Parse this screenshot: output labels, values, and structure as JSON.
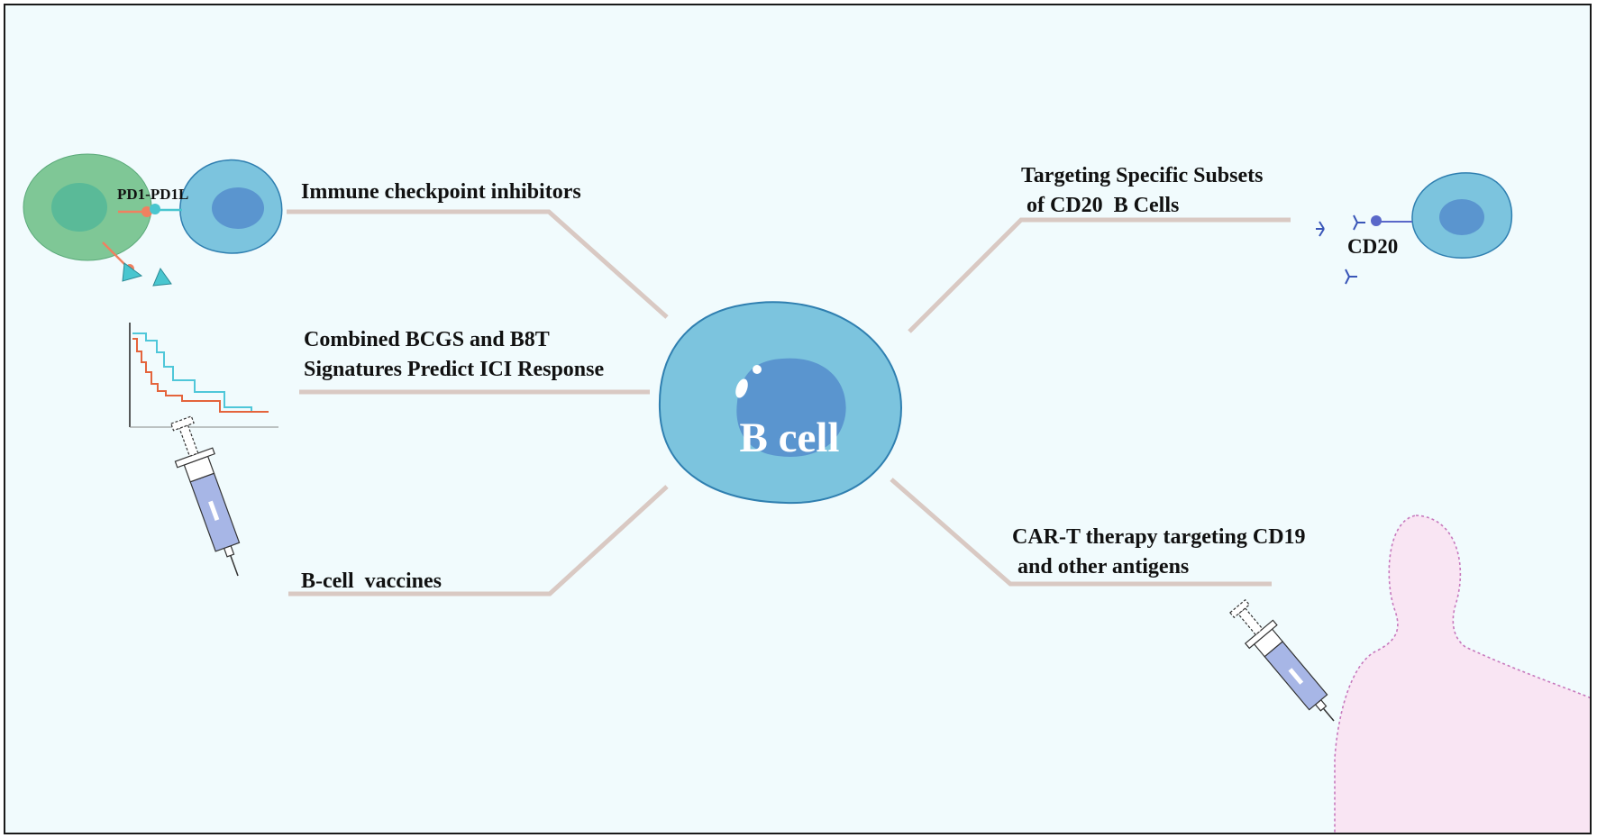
{
  "center": {
    "label": "B cell"
  },
  "branches": {
    "checkpoint": {
      "label": "Immune checkpoint inhibitors",
      "icon_label": "PD1-PD1L"
    },
    "signatures": {
      "line1": "Combined BCGS and B8T",
      "line2": "Signatures Predict ICI Response"
    },
    "vaccines": {
      "label": "B-cell  vaccines"
    },
    "cd20": {
      "line1": "Targeting Specific Subsets",
      "line2": " of CD20  B Cells",
      "icon_label": "CD20"
    },
    "cart": {
      "line1": "CAR-T therapy targeting CD19",
      "line2": " and other antigens"
    }
  },
  "colors": {
    "background": "#f1fbfd",
    "border": "#1a1a1a",
    "connector": "#d9c9c3",
    "b_cell_body": "#7cc4de",
    "b_cell_nucleus": "#5a95cf",
    "tumor_cell": "#7fc796",
    "tumor_nucleus": "#5aba98",
    "pd1_line": "#f08060",
    "pdl1_line": "#49c6cf",
    "km_red": "#e4643c",
    "km_cyan": "#4fc7d9",
    "syringe_fluid": "#a7b6e6",
    "antibody": "#3a56b8",
    "patient_silhouette": "#f9e5f3",
    "patient_outline": "#c779bd"
  },
  "icons": {
    "checkpoint": "tumor-cell-and-b-cell-icon",
    "signatures": "survival-curve-icon",
    "vaccines": "syringe-icon",
    "cd20": "b-cell-with-antibodies-icon",
    "cart": "patient-injection-icon"
  }
}
